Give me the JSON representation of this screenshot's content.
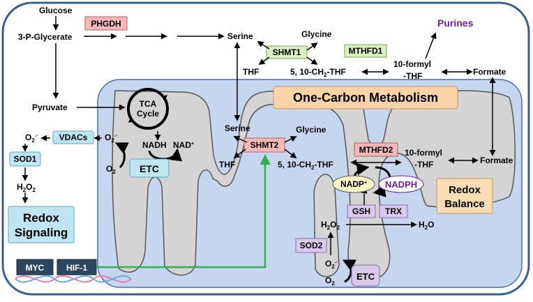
{
  "colors": {
    "cell_border": "#3a5f8f",
    "mito_fill": "#c5d6ee",
    "mito_border": "#4a6fa5",
    "cristae_fill": "#d4d4d4",
    "red_box": "#f4b8b8",
    "green_box": "#d8f0c0",
    "blue_box": "#bfe5f2",
    "purple_box": "#d9c9ea",
    "orange_box": "#fbd3a8",
    "redox_balance_box": "#f7dcb4",
    "navy_box": "#2c4660",
    "purple_text": "#6a1fa0",
    "green_arrow": "#2bb24c"
  },
  "labels": {
    "glucose": "Glucose",
    "three_p_glycerate": "3-P-Glycerate",
    "phgdh": "PHGDH",
    "serine_cyto": "Serine",
    "glycine_cyto": "Glycine",
    "shmt1": "SHMT1",
    "mthfd1": "MTHFD1",
    "purines": "Purines",
    "thf_cyto": "THF",
    "ch2thf_cyto_prefix": "5, 10-CH",
    "ch2thf_cyto_sub": "2",
    "ch2thf_cyto_suffix": "-THF",
    "formyl_cyto_1": "10-formyl",
    "formyl_cyto_2": "-THF",
    "formate_cyto": "Formate",
    "pyruvate": "Pyruvate",
    "tca_1": "TCA",
    "tca_2": "Cycle",
    "one_carbon": "One-Carbon Metabolism",
    "o2_minus_cyto": "O",
    "vdacs": "VDACs",
    "o2_minus_mito": "O",
    "nadh": "NADH",
    "nad_plus": "NAD",
    "o2_mito": "O",
    "etc_top": "ETC",
    "sod1": "SOD1",
    "h2o2_cyto": "H",
    "redox_sig_1": "Redox",
    "redox_sig_2": "Signaling",
    "serine_mito": "Serine",
    "glycine_mito": "Glycine",
    "shmt2": "SHMT2",
    "thf_mito": "THF",
    "ch2thf_mito_prefix": "5, 10-CH",
    "ch2thf_mito_sub": "2",
    "ch2thf_mito_suffix": "-THF",
    "mthfd2": "MTHFD2",
    "formyl_mito_1": "10-formyl",
    "formyl_mito_2": "-THF",
    "formate_mito": "Formate",
    "nadp_plus": "NADP",
    "nadph": "NADPH",
    "redox_bal_1": "Redox",
    "redox_bal_2": "Balance",
    "gsh": "GSH",
    "trx": "TRX",
    "h2o2_mito": "H",
    "h2o": "H",
    "sod2": "SOD2",
    "o2_minus_low": "O",
    "o2_low": "O",
    "etc_bottom": "ETC",
    "myc": "MYC",
    "hif1": "HIF-1"
  }
}
